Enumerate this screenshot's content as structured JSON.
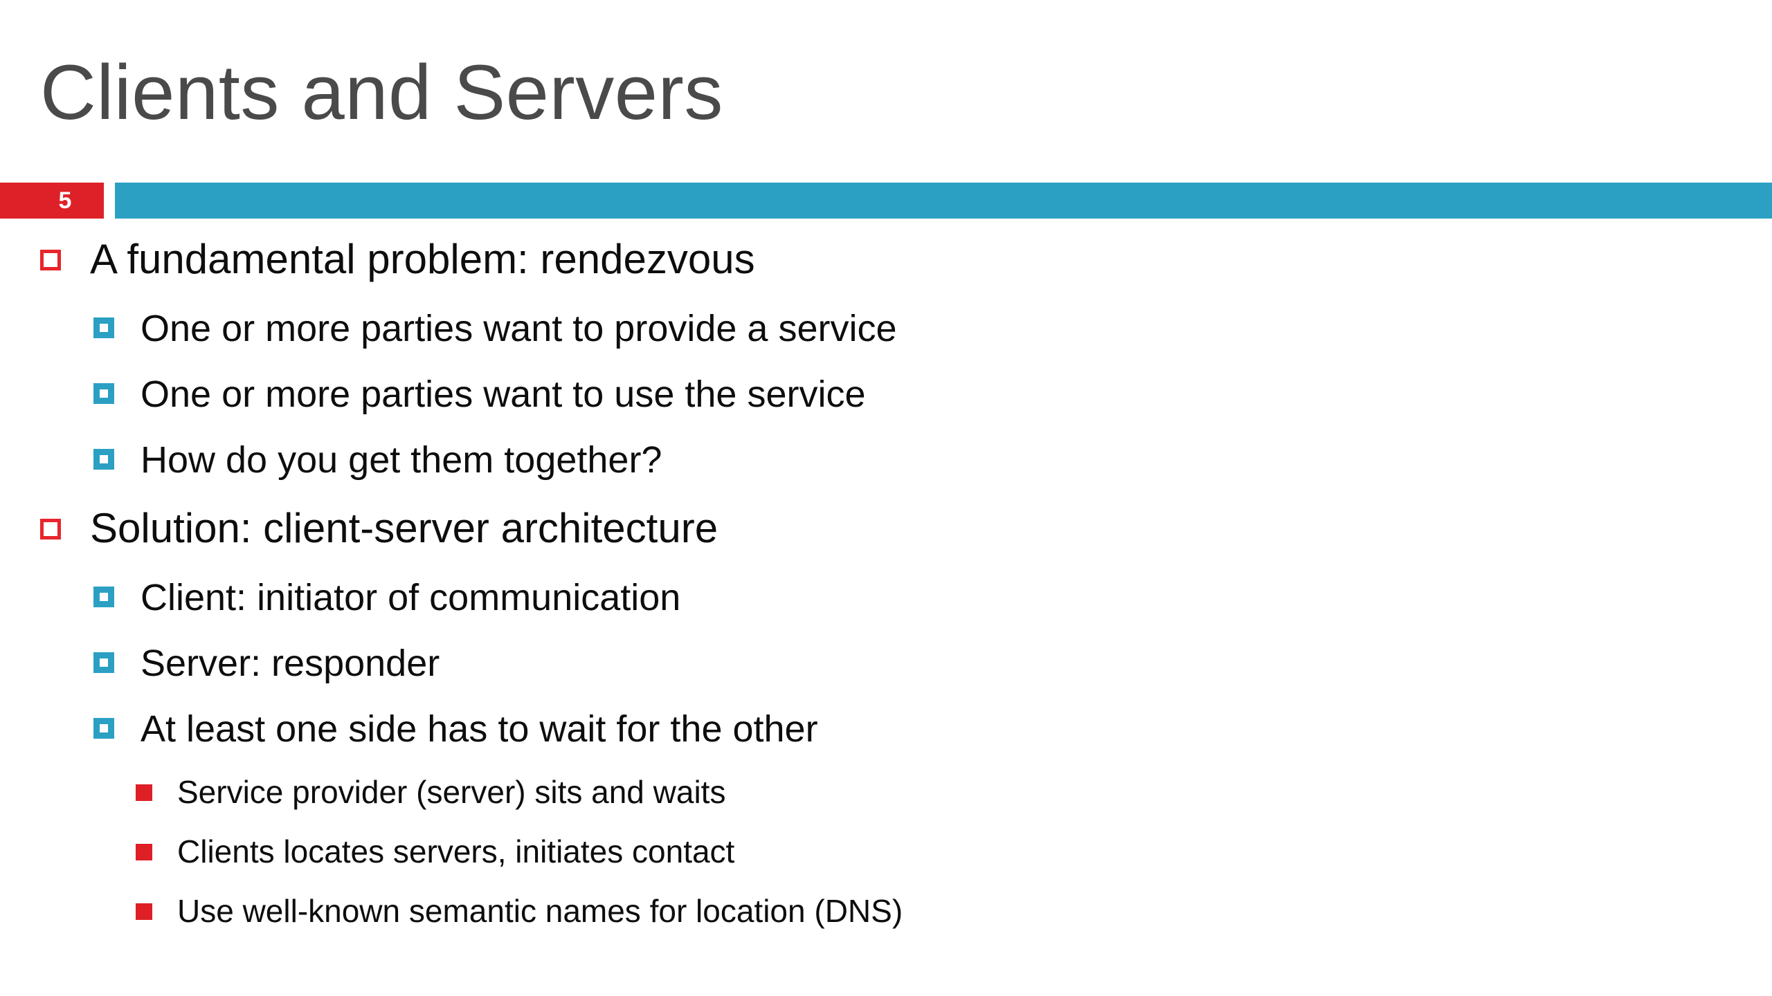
{
  "slide": {
    "title": "Clients and Servers",
    "number": "5",
    "colors": {
      "title_text": "#4a4a4a",
      "badge_red": "#de2128",
      "band_teal": "#2ba0c3",
      "bullet_level1_outline": "#e8252c",
      "bullet_level2_fill": "#2ba0c3",
      "bullet_level3_fill": "#de1f26",
      "body_text": "#0d0d0d",
      "background": "#ffffff"
    },
    "bullets": [
      {
        "level": 1,
        "text": "A fundamental problem: rendezvous"
      },
      {
        "level": 2,
        "text": "One or more parties want to provide a service"
      },
      {
        "level": 2,
        "text": "One or more parties want to use the service"
      },
      {
        "level": 2,
        "text": "How do you get them together?"
      },
      {
        "level": 1,
        "text": "Solution:  client-server architecture"
      },
      {
        "level": 2,
        "text": "Client: initiator of communication"
      },
      {
        "level": 2,
        "text": "Server: responder"
      },
      {
        "level": 2,
        "text": "At least one side has to wait for the other"
      },
      {
        "level": 3,
        "text": "Service provider (server) sits and waits"
      },
      {
        "level": 3,
        "text": "Clients locates servers, initiates contact"
      },
      {
        "level": 3,
        "text": "Use well-known semantic names for location (DNS)"
      }
    ]
  }
}
